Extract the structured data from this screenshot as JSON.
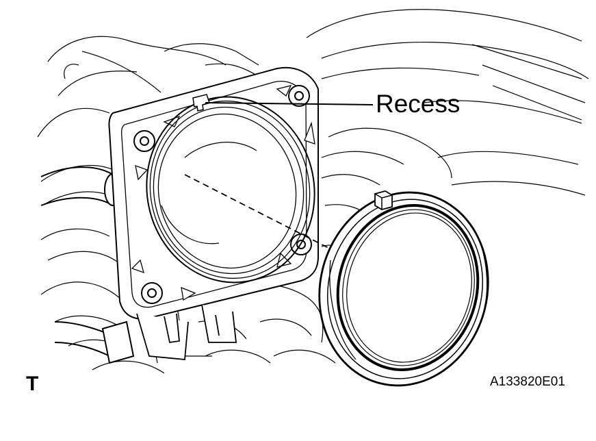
{
  "callout": {
    "label": "Recess"
  },
  "corner_mark": "T",
  "figure_id": "A133820E01",
  "colors": {
    "line": "#000000",
    "background": "#ffffff"
  }
}
